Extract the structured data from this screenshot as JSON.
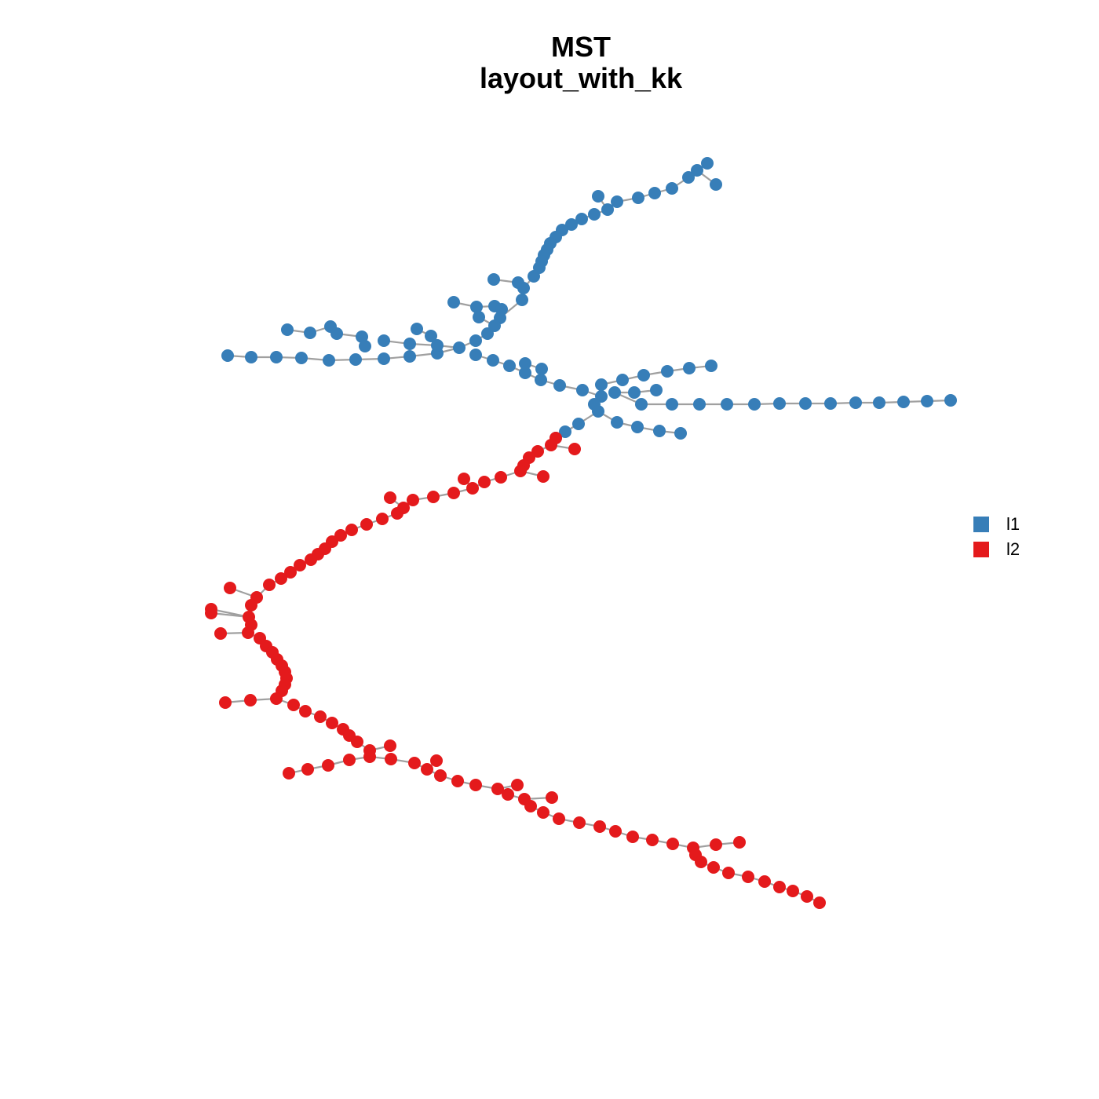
{
  "title": "MST",
  "subtitle": "layout_with_kk",
  "legend": [
    {
      "label": "l1",
      "color": "#377EB8"
    },
    {
      "label": "l2",
      "color": "#E41A1C"
    }
  ],
  "edge_color": "#A0A0A0",
  "groups": [
    {
      "name": "l1",
      "color": "#377EB8",
      "chains": [
        [
          [
            912,
            235
          ],
          [
            888,
            217
          ],
          [
            877,
            226
          ],
          [
            856,
            240
          ],
          [
            834,
            246
          ],
          [
            813,
            252
          ],
          [
            786,
            257
          ],
          [
            774,
            267
          ],
          [
            757,
            273
          ],
          [
            741,
            279
          ],
          [
            728,
            286
          ],
          [
            716,
            293
          ],
          [
            708,
            302
          ],
          [
            701,
            310
          ],
          [
            697,
            318
          ],
          [
            693,
            325
          ],
          [
            690,
            333
          ],
          [
            687,
            341
          ],
          [
            680,
            352
          ],
          [
            667,
            367
          ],
          [
            665,
            382
          ],
          [
            637,
            405
          ],
          [
            621,
            425
          ],
          [
            606,
            434
          ],
          [
            585,
            443
          ],
          [
            557,
            450
          ],
          [
            522,
            454
          ],
          [
            489,
            457
          ],
          [
            453,
            458
          ],
          [
            419,
            459
          ],
          [
            384,
            456
          ],
          [
            352,
            455
          ],
          [
            320,
            455
          ],
          [
            290,
            453
          ]
        ],
        [
          [
            877,
            226
          ],
          [
            901,
            208
          ]
        ],
        [
          [
            762,
            250
          ],
          [
            774,
            267
          ]
        ],
        [
          [
            629,
            356
          ],
          [
            660,
            360
          ],
          [
            667,
            367
          ]
        ],
        [
          [
            578,
            385
          ],
          [
            607,
            391
          ],
          [
            630,
            390
          ],
          [
            639,
            394
          ],
          [
            637,
            405
          ]
        ],
        [
          [
            610,
            404
          ],
          [
            630,
            415
          ],
          [
            637,
            405
          ]
        ],
        [
          [
            366,
            420
          ],
          [
            395,
            424
          ],
          [
            421,
            416
          ],
          [
            429,
            425
          ],
          [
            461,
            429
          ],
          [
            465,
            441
          ]
        ],
        [
          [
            489,
            434
          ],
          [
            522,
            438
          ],
          [
            557,
            440
          ],
          [
            585,
            443
          ]
        ],
        [
          [
            531,
            419
          ],
          [
            549,
            428
          ],
          [
            557,
            440
          ]
        ],
        [
          [
            606,
            452
          ],
          [
            628,
            459
          ],
          [
            649,
            466
          ],
          [
            669,
            475
          ],
          [
            689,
            484
          ],
          [
            713,
            491
          ],
          [
            742,
            497
          ],
          [
            766,
            505
          ],
          [
            757,
            515
          ]
        ],
        [
          [
            669,
            463
          ],
          [
            690,
            470
          ]
        ],
        [
          [
            766,
            490
          ],
          [
            793,
            484
          ],
          [
            820,
            478
          ],
          [
            850,
            473
          ],
          [
            878,
            469
          ],
          [
            906,
            466
          ]
        ],
        [
          [
            783,
            500
          ],
          [
            808,
            500
          ],
          [
            836,
            497
          ]
        ],
        [
          [
            783,
            500
          ],
          [
            817,
            515
          ],
          [
            856,
            515
          ],
          [
            891,
            515
          ],
          [
            926,
            515
          ],
          [
            961,
            515
          ],
          [
            993,
            514
          ],
          [
            1026,
            514
          ],
          [
            1058,
            514
          ],
          [
            1090,
            513
          ],
          [
            1120,
            513
          ],
          [
            1151,
            512
          ],
          [
            1181,
            511
          ],
          [
            1211,
            510
          ]
        ],
        [
          [
            757,
            515
          ],
          [
            762,
            524
          ],
          [
            786,
            538
          ],
          [
            812,
            544
          ],
          [
            840,
            549
          ],
          [
            867,
            552
          ]
        ],
        [
          [
            762,
            524
          ],
          [
            737,
            540
          ],
          [
            720,
            550
          ],
          [
            708,
            558
          ]
        ]
      ]
    },
    {
      "name": "l2",
      "color": "#E41A1C",
      "chains": [
        [
          [
            708,
            558
          ],
          [
            702,
            567
          ],
          [
            685,
            575
          ],
          [
            674,
            583
          ],
          [
            667,
            593
          ],
          [
            663,
            600
          ],
          [
            638,
            608
          ],
          [
            617,
            614
          ],
          [
            602,
            622
          ],
          [
            578,
            628
          ],
          [
            552,
            633
          ],
          [
            526,
            637
          ],
          [
            514,
            647
          ],
          [
            506,
            654
          ],
          [
            487,
            661
          ],
          [
            467,
            668
          ],
          [
            448,
            675
          ],
          [
            434,
            682
          ],
          [
            423,
            690
          ],
          [
            414,
            699
          ],
          [
            405,
            706
          ],
          [
            396,
            713
          ],
          [
            382,
            720
          ],
          [
            370,
            729
          ],
          [
            358,
            737
          ],
          [
            343,
            745
          ],
          [
            327,
            761
          ],
          [
            320,
            771
          ],
          [
            317,
            786
          ],
          [
            320,
            796
          ],
          [
            316,
            806
          ],
          [
            331,
            813
          ],
          [
            339,
            823
          ],
          [
            347,
            831
          ],
          [
            353,
            840
          ],
          [
            359,
            848
          ],
          [
            363,
            856
          ],
          [
            365,
            864
          ],
          [
            363,
            872
          ],
          [
            359,
            880
          ],
          [
            352,
            890
          ],
          [
            374,
            898
          ],
          [
            389,
            906
          ],
          [
            408,
            913
          ],
          [
            423,
            921
          ],
          [
            437,
            929
          ],
          [
            445,
            937
          ],
          [
            455,
            945
          ],
          [
            471,
            956
          ],
          [
            471,
            964
          ],
          [
            498,
            967
          ],
          [
            528,
            972
          ],
          [
            544,
            980
          ],
          [
            561,
            988
          ],
          [
            583,
            995
          ],
          [
            606,
            1000
          ],
          [
            634,
            1005
          ],
          [
            647,
            1012
          ],
          [
            668,
            1018
          ],
          [
            676,
            1027
          ],
          [
            692,
            1035
          ],
          [
            712,
            1043
          ],
          [
            738,
            1048
          ],
          [
            764,
            1053
          ],
          [
            784,
            1059
          ],
          [
            806,
            1066
          ],
          [
            831,
            1070
          ],
          [
            857,
            1075
          ],
          [
            883,
            1080
          ],
          [
            886,
            1089
          ],
          [
            893,
            1098
          ],
          [
            909,
            1105
          ],
          [
            928,
            1112
          ],
          [
            953,
            1117
          ],
          [
            974,
            1123
          ],
          [
            993,
            1130
          ],
          [
            1010,
            1135
          ],
          [
            1028,
            1142
          ],
          [
            1044,
            1150
          ]
        ],
        [
          [
            702,
            567
          ],
          [
            732,
            572
          ]
        ],
        [
          [
            663,
            600
          ],
          [
            692,
            607
          ]
        ],
        [
          [
            591,
            610
          ],
          [
            602,
            622
          ]
        ],
        [
          [
            497,
            634
          ],
          [
            514,
            647
          ]
        ],
        [
          [
            293,
            749
          ],
          [
            327,
            761
          ]
        ],
        [
          [
            269,
            776
          ],
          [
            317,
            786
          ]
        ],
        [
          [
            269,
            781
          ],
          [
            317,
            786
          ]
        ],
        [
          [
            281,
            807
          ],
          [
            316,
            806
          ]
        ],
        [
          [
            287,
            895
          ],
          [
            319,
            892
          ],
          [
            352,
            890
          ]
        ],
        [
          [
            368,
            985
          ],
          [
            392,
            980
          ],
          [
            418,
            975
          ],
          [
            445,
            968
          ],
          [
            471,
            964
          ]
        ],
        [
          [
            471,
            956
          ],
          [
            497,
            950
          ]
        ],
        [
          [
            544,
            980
          ],
          [
            556,
            969
          ]
        ],
        [
          [
            634,
            1005
          ],
          [
            659,
            1000
          ]
        ],
        [
          [
            668,
            1018
          ],
          [
            703,
            1016
          ]
        ],
        [
          [
            883,
            1080
          ],
          [
            912,
            1076
          ],
          [
            942,
            1073
          ]
        ]
      ]
    }
  ]
}
